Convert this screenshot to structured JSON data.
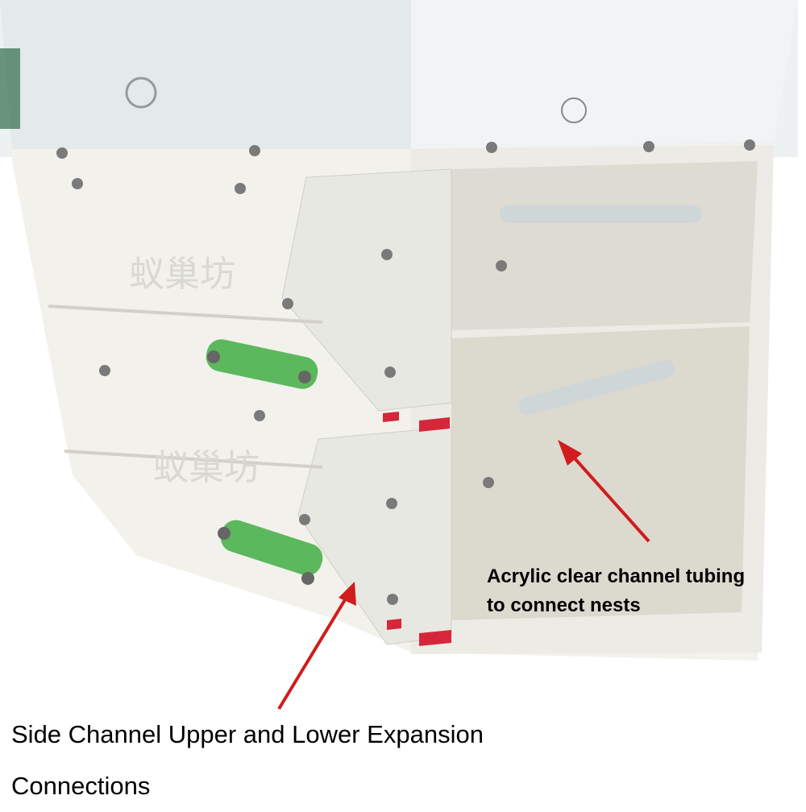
{
  "annotations": {
    "tubing_line1": "Acrylic clear channel tubing",
    "tubing_line2": "to connect nests",
    "side_line1": "Side Channel Upper and Lower Expansion",
    "side_line2": "Connections"
  },
  "product_embossed_logo": "蚁巢坊",
  "colors": {
    "arrow": "#d01c1c",
    "connector": "#5cb85c",
    "body": "#f2f1ec",
    "accent_tab": "#d6273a"
  }
}
